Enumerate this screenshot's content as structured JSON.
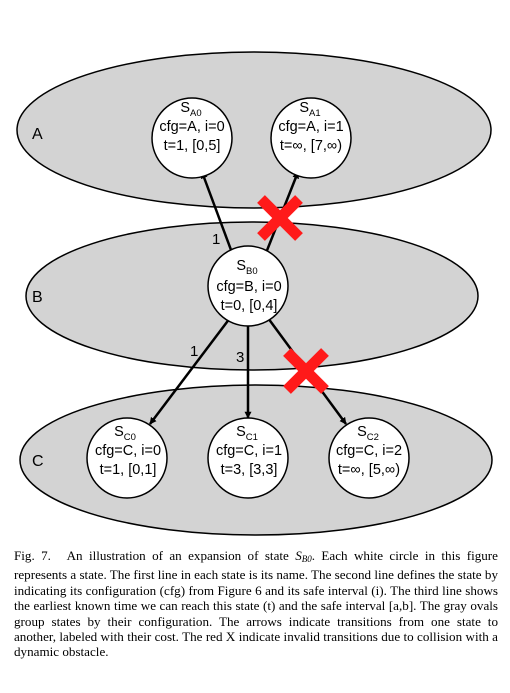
{
  "groups": [
    {
      "id": "A",
      "label": "A"
    },
    {
      "id": "B",
      "label": "B"
    },
    {
      "id": "C",
      "label": "C"
    }
  ],
  "states": [
    {
      "id": "SA0",
      "name_main": "S",
      "name_sub": "A0",
      "line2": "cfg=A, i=0",
      "line3": "t=1, [0,5]"
    },
    {
      "id": "SA1",
      "name_main": "S",
      "name_sub": "A1",
      "line2": "cfg=A, i=1",
      "line3": "t=∞, [7,∞)"
    },
    {
      "id": "SB0",
      "name_main": "S",
      "name_sub": "B0",
      "line2": "cfg=B, i=0",
      "line3": "t=0, [0,4]"
    },
    {
      "id": "SC0",
      "name_main": "S",
      "name_sub": "C0",
      "line2": "cfg=C, i=0",
      "line3": "t=1, [0,1]"
    },
    {
      "id": "SC1",
      "name_main": "S",
      "name_sub": "C1",
      "line2": "cfg=C, i=1",
      "line3": "t=3, [3,3]"
    },
    {
      "id": "SC2",
      "name_main": "S",
      "name_sub": "C2",
      "line2": "cfg=C, i=2",
      "line3": "t=∞, [5,∞)"
    }
  ],
  "edges": [
    {
      "from": "SB0",
      "to": "SA0",
      "label": "1",
      "valid": true
    },
    {
      "from": "SB0",
      "to": "SA1",
      "label": "",
      "valid": false
    },
    {
      "from": "SB0",
      "to": "SC0",
      "label": "1",
      "valid": true
    },
    {
      "from": "SB0",
      "to": "SC1",
      "label": "3",
      "valid": true
    },
    {
      "from": "SB0",
      "to": "SC2",
      "label": "",
      "valid": false
    }
  ],
  "colors": {
    "group_fill": "#d3d3d3",
    "invalid_marker": "#ff1a1a",
    "state_fill": "#ffffff",
    "stroke": "#000000"
  },
  "caption": {
    "fig_label": "Fig. 7.",
    "text_before_math": "An illustration of an expansion of state ",
    "math_main": "S",
    "math_sub": "B0",
    "text_after_math": ". Each white circle in this figure represents a state. The first line in each state is its name. The second line defines the state by indicating its configuration (cfg) from Figure 6 and its safe interval (i). The third line shows the earliest known time we can reach this state (t) and the safe interval [a,b]. The gray ovals group states by their configuration. The arrows indicate transitions from one state to another, labeled with their cost. The red X indicate invalid transitions due to collision with a dynamic obstacle."
  }
}
